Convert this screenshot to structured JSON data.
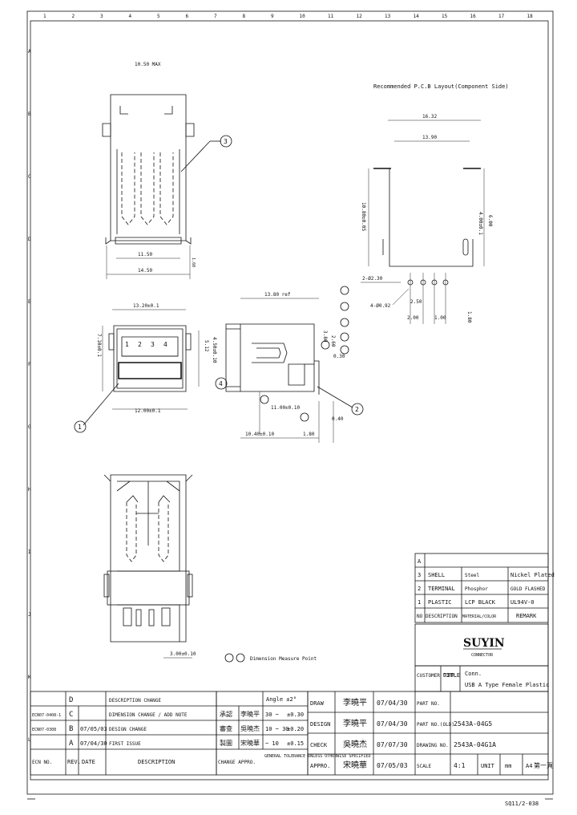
{
  "border": {
    "top_numbers": [
      "1",
      "2",
      "3",
      "4",
      "5",
      "6",
      "7",
      "8",
      "9",
      "10",
      "11",
      "12",
      "13",
      "14",
      "15",
      "16",
      "17",
      "18"
    ],
    "left_letters": [
      "A",
      "B",
      "C",
      "D",
      "E",
      "F",
      "G",
      "H",
      "I",
      "J",
      "K",
      "L"
    ]
  },
  "top_view": {
    "dim_top": "10.50 MAX",
    "dim_inner": "11.50",
    "dim_outer": "14.50",
    "dim_side": "1.60",
    "balloon": "3"
  },
  "pcb_layout": {
    "title": "Recommended P.C.B Layout(Component Side)",
    "dim_top_outer": "16.32",
    "dim_top_inner": "13.90",
    "dim_vert_left": "10.80±0.05",
    "dim_vert_right1": "4.00±0.1",
    "dim_vert_right2": "6.00",
    "dim_hole": "2-Ø2.30",
    "dim_pin_hole": "4-Ø0.92",
    "dim_pitch1": "2.50",
    "dim_pitch2": "2.00",
    "dim_pitch3": "1.00",
    "dim_side": "1.80"
  },
  "front_view": {
    "dim_top": "13.20±0.1",
    "dim_height1": "7.10±0.1",
    "dim_height2": "5.12",
    "dim_height3": "4.50±0.10",
    "dim_bottom": "12.00±0.1",
    "pins": [
      "1",
      "2",
      "3",
      "4"
    ],
    "balloon": "1"
  },
  "side_view": {
    "dim_top": "13.80 ref",
    "dim_right1": "3.80",
    "dim_right2": "2.60",
    "dim_mid": "11.00±0.10",
    "dim_bottom1": "10.40±0.10",
    "dim_bottom2": "1.80",
    "dim_small1": "0.30",
    "dim_tab": "0.40",
    "balloon_a": "4",
    "balloon_b": "2"
  },
  "bottom_view": {
    "dim_bottom": "3.00±0.10",
    "note": "Dimension Measure Point"
  },
  "parts_table": {
    "rows": [
      {
        "no": "3",
        "description": "SHELL",
        "material": "Steel",
        "remark": "Nickel Plated"
      },
      {
        "no": "2",
        "description": "TERMINAL",
        "material": "Phosphor",
        "remark": "GOLD FLASHED"
      },
      {
        "no": "1",
        "description": "PLASTIC",
        "material": "LCP BLACK",
        "remark": "UL94V-0"
      }
    ],
    "header": {
      "no": "NO",
      "description": "DESCRIPTION",
      "material": "MATERIAL/COLOR",
      "remark": "REMARK"
    },
    "row_a": "A"
  },
  "title_block": {
    "logo": "SUYIN",
    "logo_sub": "CONNECTOR",
    "customer_label": "CUSTOMER CORP.",
    "title_label": "TITLE",
    "title_line1": "Conn.",
    "title_line2": "USB A Type Female Plastic",
    "rows": [
      {
        "label": "DRAW",
        "name": "李曉平",
        "date": "07/04/30",
        "field": "PART NO.",
        "value": ""
      },
      {
        "label": "DESIGN",
        "name": "李曉平",
        "date": "07/04/30",
        "field": "PART NO.(OLD)",
        "value": "2543A-04G5"
      },
      {
        "label": "CHECK",
        "name": "吳曉杰",
        "date": "07/07/30",
        "field": "DRAWING NO.",
        "value": "2543A-04G1A"
      },
      {
        "label": "APPRO.",
        "name": "宋曉華",
        "date": "07/05/03",
        "field": "SCALE",
        "value": "4:1"
      }
    ],
    "unit_label": "UNIT",
    "unit": "mm",
    "size": "A4",
    "sheet": "第一頁"
  },
  "tolerance": {
    "header": "Angle  ±2°",
    "rows": [
      {
        "range": "30 ~",
        "tol": "±0.30"
      },
      {
        "range": "10 ~ 30",
        "tol": "±0.20"
      },
      {
        "range": "~ 10",
        "tol": "±0.15"
      }
    ],
    "dept_labels": [
      "承認",
      "審查",
      "製圖"
    ],
    "dept_names": [
      "李曉平",
      "吳曉杰",
      "宋曉華"
    ],
    "note": "GENERAL TOLERANCE UNLESS OTHERWISE SPECIFIED"
  },
  "revisions": {
    "rows": [
      {
        "rev": "D",
        "date": "",
        "desc": "DESCRIPTION CHANGE",
        "ecn": ""
      },
      {
        "rev": "C",
        "date": "",
        "desc": "DIMENSION CHANGE / ADD NOTE",
        "ecn": "ECN07-0408-1"
      },
      {
        "rev": "B",
        "date": "07/05/03",
        "desc": "DESIGN CHANGE",
        "ecn": "ECN07-0308"
      },
      {
        "rev": "A",
        "date": "07/04/30",
        "desc": "FIRST ISSUE",
        "ecn": ""
      }
    ],
    "header": {
      "ecn": "ECN NO.",
      "rev": "REV.",
      "date": "DATE",
      "desc": "DESCRIPTION",
      "change": "CHANGE APPRO."
    }
  },
  "footer_code": "SQ11/2-038"
}
